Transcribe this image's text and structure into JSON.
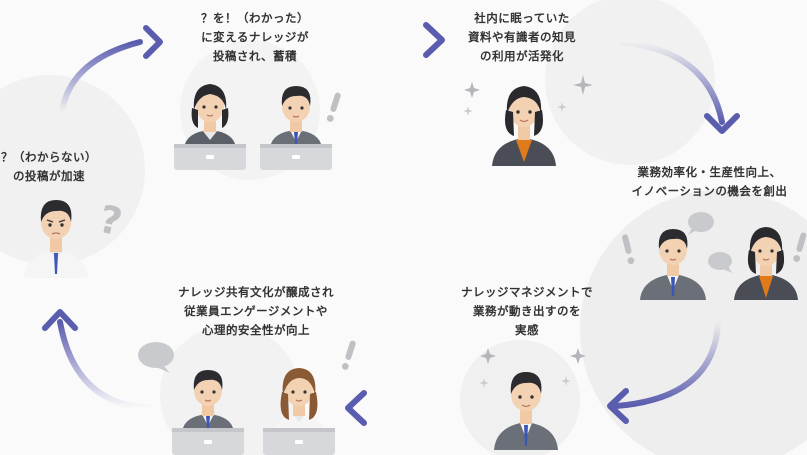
{
  "steps": [
    {
      "label": "？を！（わかった）\nに変えるナレッジが\n投稿され、蓄積"
    },
    {
      "label": "社内に眠っていた\n資料や有識者の知見\nの利用が活発化"
    },
    {
      "label": "業務効率化・生産性向上、\nイノベーションの機会を創出"
    },
    {
      "label": "ナレッジマネジメントで\n業務が動き出すのを\n実感"
    },
    {
      "label": "ナレッジ共有文化が醸成され\n従業員エンゲージメントや\n心理的安全性が向上"
    },
    {
      "label": "？（わからない）\nの投稿が加速"
    }
  ],
  "icons": {
    "question_mark": "?",
    "exclamation_mark": "!"
  },
  "colors": {
    "arrow": "#5a5cae",
    "text": "#333333",
    "suit": "#6b6f78",
    "tie": "#3c56b8",
    "orange": "#e07b1c"
  }
}
